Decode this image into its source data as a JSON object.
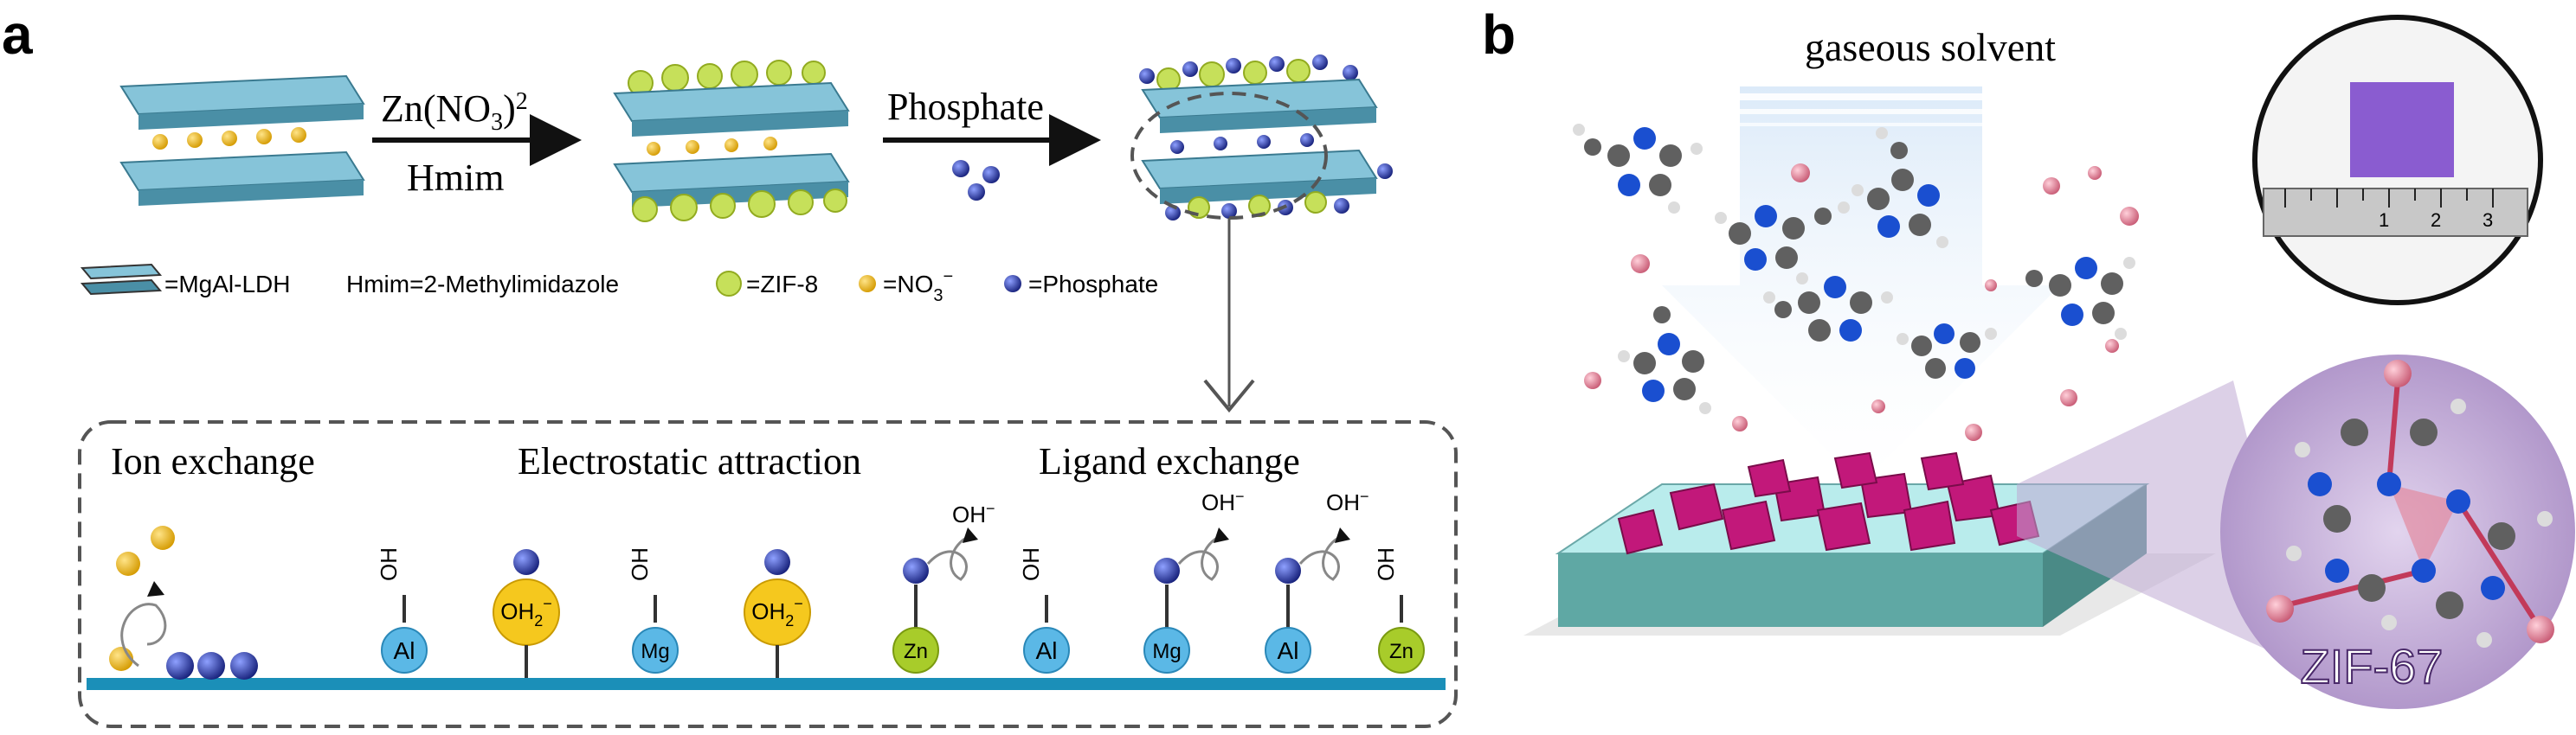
{
  "panel_a": {
    "label": "a",
    "reagent_zn_main": "Zn(NO",
    "reagent_zn_sub1": "3",
    "reagent_zn_close": ")",
    "reagent_zn_sub2": "2",
    "reagent_hmim": "Hmim",
    "reagent_phosphate": "Phosphate",
    "legend": {
      "ldh": "=MgAl-LDH",
      "hmim": "Hmim=2-Methylimidazole",
      "zif8": "=ZIF-8",
      "no3_main": "=NO",
      "no3_sub": "3",
      "no3_sup": "−",
      "phosphate": "=Phosphate"
    },
    "mechanisms": {
      "ion_exchange": "Ion exchange",
      "electrostatic": "Electrostatic attraction",
      "ligand": "Ligand exchange"
    },
    "site_labels": {
      "al": "Al",
      "mg": "Mg",
      "zn": "Zn",
      "oh": "OH",
      "oh2_main": "OH",
      "oh2_sub": "2",
      "oh2_sup": "−",
      "oh_minus_main": "OH",
      "oh_minus_sup": "−"
    },
    "colors": {
      "ldh_top": "#86c4d9",
      "ldh_side": "#4a8fa6",
      "zif8": "#c6e05a",
      "no3": "#f2c22a",
      "phosphate": "#1f2f9a",
      "al_site": "#5bb8e6",
      "zn_site": "#a8cc2a",
      "oh2_site": "#f5c81e",
      "surface": "#1b8fb8"
    }
  },
  "panel_b": {
    "label": "b",
    "gas_label": "gaseous solvent",
    "zif67_label": "ZIF-67",
    "ruler_numbers": [
      "1",
      "2",
      "3"
    ],
    "colors": {
      "cube": "#c2187a",
      "substrate_top": "#b9ecec",
      "substrate_side": "#5fa8a4",
      "zoom_circle": "#c0aad4",
      "co_ion": "#e88aa0",
      "n_atom": "#1a4fd0",
      "c_atom": "#606060",
      "h_atom": "#dcdcdc",
      "film": "#8a5cd0"
    }
  }
}
